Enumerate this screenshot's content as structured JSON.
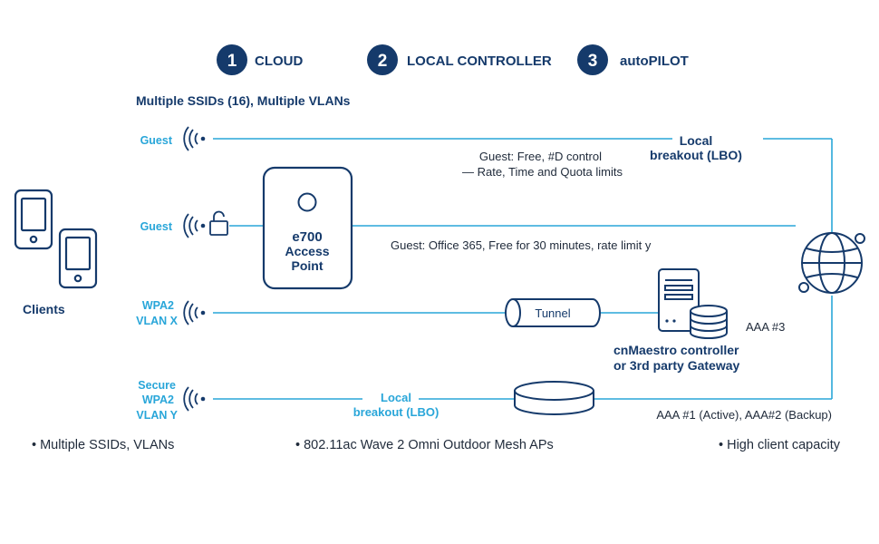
{
  "header": {
    "steps": [
      {
        "num": "1",
        "label": "CLOUD"
      },
      {
        "num": "2",
        "label": "LOCAL CONTROLLER"
      },
      {
        "num": "3",
        "label": "autoPILOT"
      }
    ],
    "subtitle": "Multiple SSIDs (16), Multiple VLANs"
  },
  "clients": {
    "label": "Clients"
  },
  "rows": {
    "guest1": "Guest",
    "guest2": "Guest",
    "wpa2_l1": "WPA2",
    "wpa2_l2": "VLAN X",
    "secure_l1": "Secure",
    "secure_l2": "WPA2",
    "secure_l3": "VLAN Y"
  },
  "ap": {
    "l1": "e700",
    "l2": "Access",
    "l3": "Point"
  },
  "annotations": {
    "lbo_top_l1": "Local",
    "lbo_top_l2": "breakout (LBO)",
    "guest_free_l1": "Guest: Free, #D control",
    "guest_free_l2": "— Rate, Time and Quota limits",
    "guest_office": "Guest: Office 365, Free for 30 minutes, rate limit y",
    "tunnel": "Tunnel",
    "aaa3": "AAA #3",
    "controller_l1": "cnMaestro controller",
    "controller_l2": "or 3rd party Gateway",
    "lbo_bottom_l1": "Local",
    "lbo_bottom_l2": "breakout (LBO)",
    "aaa12": "AAA #1 (Active), AAA#2 (Backup)"
  },
  "bullets": {
    "b1": "• Multiple SSIDs, VLANs",
    "b2": "• 802.11ac Wave 2 Omni Outdoor Mesh APs",
    "b3": "• High client capacity"
  },
  "colors": {
    "navy": "#153a6b",
    "cyan": "#29a6d9"
  }
}
